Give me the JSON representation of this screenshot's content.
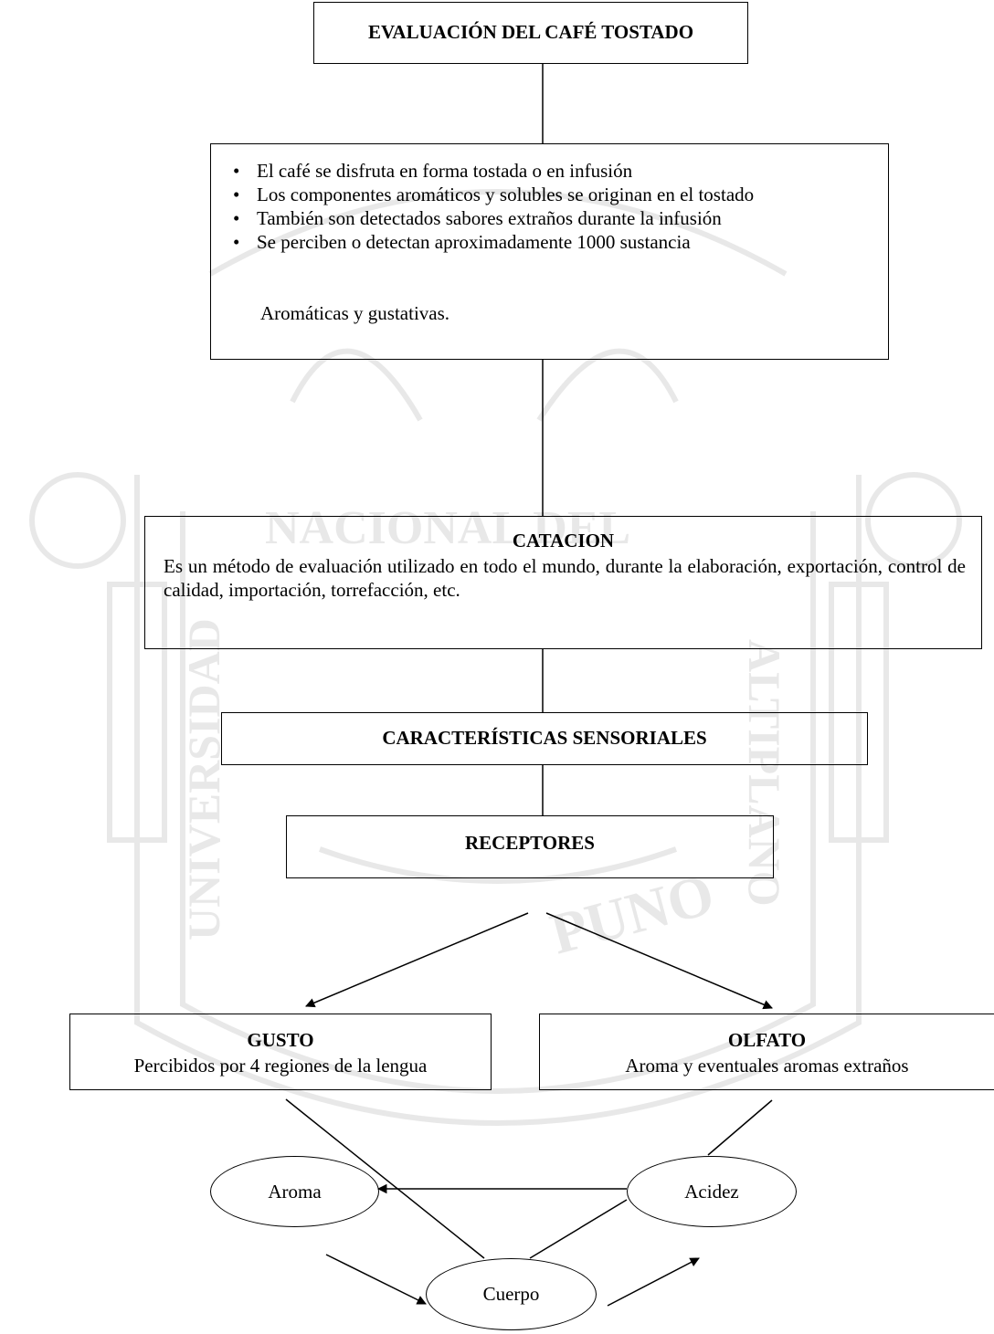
{
  "title": "EVALUACIÓN DEL CAFÉ TOSTADO",
  "intro_bullets": [
    "El café se disfruta en forma tostada o en infusión",
    "Los componentes aromáticos y solubles se originan en el tostado",
    "También son detectados sabores extraños durante la infusión",
    "Se perciben o detectan aproximadamente 1000 sustancia"
  ],
  "intro_last_line": "Aromáticas y gustativas.",
  "catacion": {
    "heading": "CATACION",
    "text": "Es un método de evaluación utilizado en todo el mundo, durante la elaboración, exportación, control de calidad, importación, torrefacción, etc."
  },
  "caracteristicas": "CARACTERÍSTICAS SENSORIALES",
  "receptores": "RECEPTORES",
  "gusto": {
    "heading": "GUSTO",
    "text": "Percibidos por 4 regiones de la lengua"
  },
  "olfato": {
    "heading": "OLFATO",
    "text": "Aroma y eventuales aromas extraños"
  },
  "attributes": {
    "aroma": "Aroma",
    "acidez": "Acidez",
    "cuerpo": "Cuerpo"
  },
  "watermark": {
    "text_top": "NACIONAL DEL",
    "text_left": "UNIVERSIDAD",
    "text_right": "ALTIPLANO",
    "text_bottom": "PUNO"
  }
}
